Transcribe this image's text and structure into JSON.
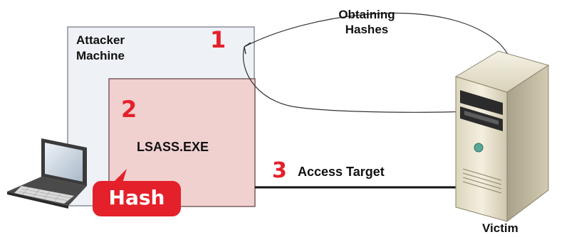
{
  "attacker_machine": {
    "label_line1": "Attacker",
    "label_line2": "Machine"
  },
  "lsass": {
    "label": "LSASS.EXE"
  },
  "hash_callout": {
    "label": "Hash"
  },
  "steps": [
    {
      "number": "1",
      "label_line1": "Obtaining",
      "label_line2": "Hashes"
    },
    {
      "number": "2"
    },
    {
      "number": "3",
      "label": "Access Target"
    }
  ],
  "victim": {
    "label": "Victim"
  },
  "colors": {
    "attacker_box_fill": "#eef1f6",
    "attacker_box_border": "#8a8f99",
    "lsass_box_fill": "#f1d0d0",
    "lsass_box_border": "#7a5d5d",
    "step_number": "#e4202a",
    "callout_fill": "#e4202a",
    "callout_text": "#ffffff"
  },
  "icons": [
    "laptop-icon",
    "server-tower-icon"
  ]
}
